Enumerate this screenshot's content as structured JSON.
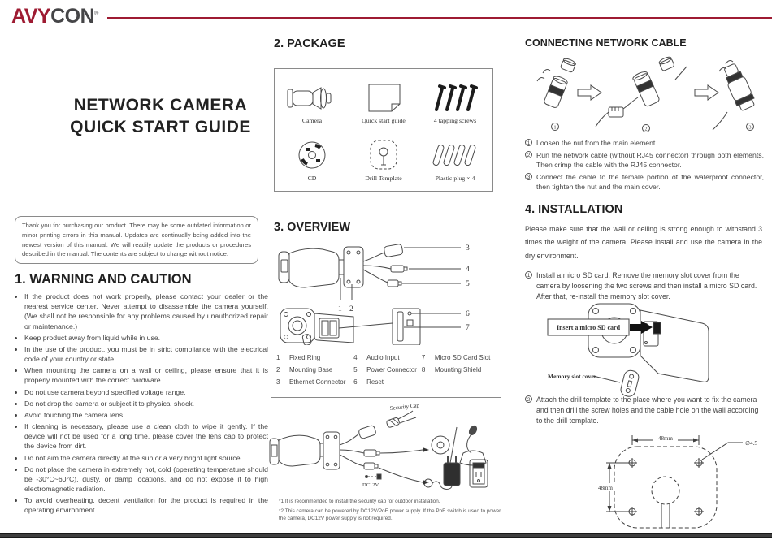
{
  "colors": {
    "accent": "#9e1b32",
    "bar": "#3e3e3e",
    "text": "#3a3a3a"
  },
  "header": {
    "brand_primary": "AVY",
    "brand_secondary": "CON",
    "reg": "®"
  },
  "cover": {
    "title_line1": "NETWORK CAMERA",
    "title_line2": "QUICK START GUIDE",
    "disclaimer": "Thank you for purchasing our product. There may be some outdated information or minor printing errors in this manual. Updates are continually being added into the newest version of this manual. We will readily update the products or procedures described in the manual. The contents are subject to change without notice."
  },
  "warning": {
    "heading": "1. WARNING AND CAUTION",
    "bullets": [
      "If the product does not work properly, please contact your dealer or the nearest service center. Never attempt to disassemble the camera yourself. (We shall not be responsible for any problems caused by unauthorized repair or maintenance.)",
      "Keep product away from liquid while in use.",
      "In the use of the product, you must be in strict compliance with the electrical code of your country or state.",
      "When mounting the camera on a wall or ceiling, please ensure that it is properly mounted with the correct hardware.",
      "Do not use camera beyond specified voltage range.",
      "Do not drop the camera or subject it to physical shock.",
      "Avoid touching the camera lens.",
      "If cleaning is necessary, please use a clean cloth to wipe it gently. If the device will not be used for a long time, please cover the lens cap to protect the device from dirt.",
      "Do not aim the camera directly at the sun or a very bright light source.",
      "Do not place the camera in extremely hot, cold (operating temperature should be -30°C~60°C), dusty, or damp locations, and do not expose it to high electromagnetic radiation.",
      "To avoid overheating, decent ventilation for the product is required in the operating environment."
    ]
  },
  "package": {
    "heading": "2. PACKAGE",
    "items": [
      {
        "icon": "camera-icon",
        "label": "Camera"
      },
      {
        "icon": "quick-start-guide-icon",
        "label": "Quick start guide"
      },
      {
        "icon": "tapping-screws-icon",
        "label": "4 tapping screws"
      },
      {
        "icon": "cd-icon",
        "label": "CD"
      },
      {
        "icon": "drill-template-icon",
        "label": "Drill Template"
      },
      {
        "icon": "plastic-plug-icon",
        "label": "Plastic plug × 4"
      }
    ]
  },
  "overview": {
    "heading": "3. OVERVIEW",
    "callouts": [
      "1",
      "2",
      "3",
      "4",
      "5",
      "6",
      "7"
    ],
    "parts": [
      {
        "num": "1",
        "label": "Fixed Ring"
      },
      {
        "num": "2",
        "label": "Mounting Base"
      },
      {
        "num": "3",
        "label": "Ethernet Connector"
      },
      {
        "num": "4",
        "label": "Audio Input"
      },
      {
        "num": "5",
        "label": "Power Connector"
      },
      {
        "num": "6",
        "label": "Reset"
      },
      {
        "num": "7",
        "label": "Micro SD Card Slot"
      },
      {
        "num": "8",
        "label": "Mounting Shield"
      }
    ],
    "security_cap_label": "Security Cap",
    "dc12v_label": "DC12V",
    "footnotes": [
      "*1 It is recommended to install the security cap for outdoor installation.",
      "*2 This camera can be powered by DC12V/PoE power supply. If the PoE switch is used to power the camera, DC12V power supply is not required."
    ]
  },
  "network_cable": {
    "heading": "CONNECTING NETWORK CABLE",
    "steps": [
      {
        "num": "1",
        "text": "Loosen the nut from the main element."
      },
      {
        "num": "2",
        "text": "Run the network cable (without RJ45 connector) through both elements. Then crimp the cable with the RJ45 connector."
      },
      {
        "num": "3",
        "text": "Connect the cable to the female portion of the waterproof connector, then tighten the nut and the main cover."
      }
    ]
  },
  "installation": {
    "heading": "4. INSTALLATION",
    "intro": "Please make sure that the wall or ceiling is strong enough to withstand 3 times the weight of the camera. Please install and use the camera in the dry environment.",
    "steps": [
      {
        "num": "1",
        "text": "Install a micro SD card. Remove the memory slot cover from the camera by loosening the two screws and then install a micro SD card. After that, re-install the memory slot cover."
      },
      {
        "num": "2",
        "text": "Attach the drill template to the place where you want to fix the camera and then drill the screw holes and the cable hole on the wall according to the drill template."
      }
    ],
    "sd_card_label": "Insert a micro SD card",
    "slot_cover_label": "Memory slot cover",
    "dim_horizontal": "48mm",
    "dim_vertical": "48mm",
    "hole_diameter": "∅4.5"
  }
}
